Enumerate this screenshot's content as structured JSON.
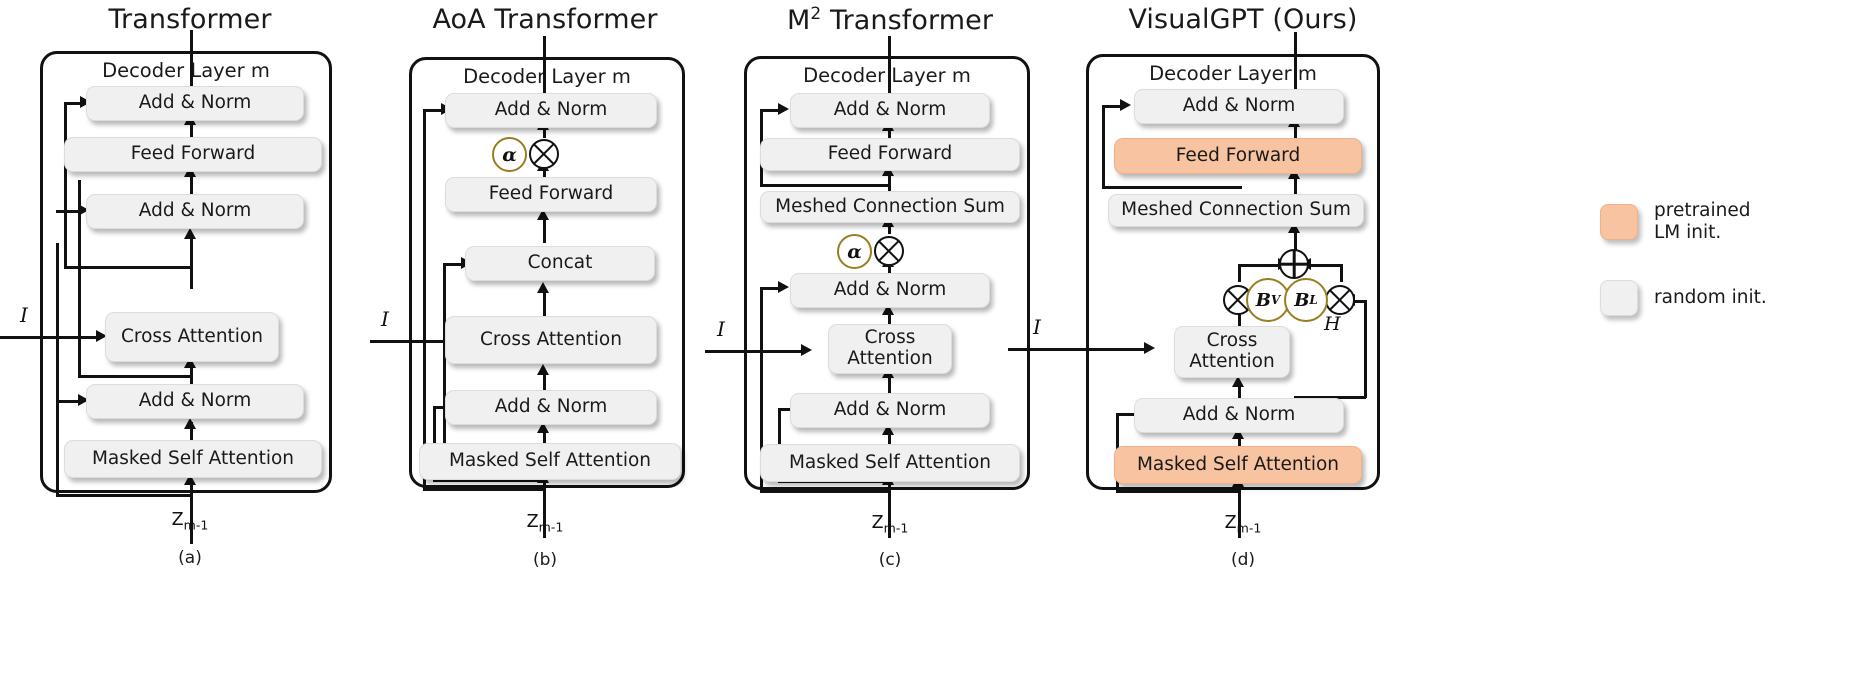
{
  "figure": {
    "caption_labels": [
      "(a)",
      "(b)",
      "(c)",
      "(d)"
    ],
    "input_symbol": "I",
    "hidden_symbol": "H",
    "sequence_symbol": "Z",
    "sequence_subscript": "m-1",
    "decoder_caption": "Decoder Layer m",
    "colors": {
      "pretrained_fill": "#f7c3a0",
      "random_fill": "#f0f0f0",
      "gate_stroke": "#9a7d1e",
      "line": "#111111",
      "background": "#ffffff"
    }
  },
  "legend": {
    "items": [
      {
        "swatch": "pretrained",
        "label": "pretrained\nLM init."
      },
      {
        "swatch": "random",
        "label": "random init."
      }
    ]
  },
  "panels": [
    {
      "id": "transformer",
      "title": "Transformer",
      "caption": "(a)",
      "decoder_caption": "Decoder Layer m",
      "input_symbol": "I",
      "bottom_symbol": "Z",
      "bottom_subscript": "m-1",
      "blocks": [
        {
          "name": "add-norm-top",
          "label": "Add & Norm",
          "init": "random"
        },
        {
          "name": "feed-forward",
          "label": "Feed Forward",
          "init": "random"
        },
        {
          "name": "add-norm-mid",
          "label": "Add & Norm",
          "init": "random"
        },
        {
          "name": "cross-attention",
          "label": "Cross Attention",
          "init": "random"
        },
        {
          "name": "add-norm-bottom",
          "label": "Add & Norm",
          "init": "random"
        },
        {
          "name": "masked-self-attention",
          "label": "Masked Self Attention",
          "init": "random"
        }
      ]
    },
    {
      "id": "aoa-transformer",
      "title": "AoA Transformer",
      "caption": "(b)",
      "decoder_caption": "Decoder Layer m",
      "input_symbol": "I",
      "bottom_symbol": "Z",
      "bottom_subscript": "m-1",
      "gate_symbol": "α",
      "blocks": [
        {
          "name": "add-norm-top",
          "label": "Add & Norm",
          "init": "random"
        },
        {
          "name": "feed-forward",
          "label": "Feed Forward",
          "init": "random"
        },
        {
          "name": "concat",
          "label": "Concat",
          "init": "random"
        },
        {
          "name": "cross-attention",
          "label": "Cross Attention",
          "init": "random"
        },
        {
          "name": "add-norm-bottom",
          "label": "Add & Norm",
          "init": "random"
        },
        {
          "name": "masked-self-attention",
          "label": "Masked Self Attention",
          "init": "random"
        }
      ]
    },
    {
      "id": "m2-transformer",
      "title": "M² Transformer",
      "title_base": "M",
      "title_sup": "2",
      "title_rest": " Transformer",
      "caption": "(c)",
      "decoder_caption": "Decoder Layer m",
      "input_symbol": "I",
      "bottom_symbol": "Z",
      "bottom_subscript": "m-1",
      "gate_symbol": "α",
      "blocks": [
        {
          "name": "add-norm-top",
          "label": "Add & Norm",
          "init": "random"
        },
        {
          "name": "feed-forward",
          "label": "Feed Forward",
          "init": "random"
        },
        {
          "name": "meshed-connection-sum",
          "label": "Meshed Connection Sum",
          "init": "random"
        },
        {
          "name": "add-norm-mid",
          "label": "Add & Norm",
          "init": "random"
        },
        {
          "name": "cross-attention",
          "label": "Cross Attention",
          "init": "random"
        },
        {
          "name": "add-norm-bottom",
          "label": "Add & Norm",
          "init": "random"
        },
        {
          "name": "masked-self-attention",
          "label": "Masked Self Attention",
          "init": "random"
        }
      ]
    },
    {
      "id": "visualgpt",
      "title": "VisualGPT (Ours)",
      "caption": "(d)",
      "decoder_caption": "Decoder Layer m",
      "input_symbol": "I",
      "hidden_symbol": "H",
      "bottom_symbol": "Z",
      "bottom_subscript": "m-1",
      "gates": [
        {
          "name": "visual-gate",
          "base": "B",
          "sup": "V"
        },
        {
          "name": "language-gate",
          "base": "B",
          "sup": "L"
        }
      ],
      "blocks": [
        {
          "name": "add-norm-top",
          "label": "Add & Norm",
          "init": "random"
        },
        {
          "name": "feed-forward",
          "label": "Feed Forward",
          "init": "pretrained"
        },
        {
          "name": "meshed-connection-sum",
          "label": "Meshed Connection Sum",
          "init": "random"
        },
        {
          "name": "cross-attention",
          "label": "Cross Attention",
          "init": "random"
        },
        {
          "name": "add-norm-bottom",
          "label": "Add & Norm",
          "init": "random"
        },
        {
          "name": "masked-self-attention",
          "label": "Masked Self Attention",
          "init": "pretrained"
        }
      ]
    }
  ]
}
